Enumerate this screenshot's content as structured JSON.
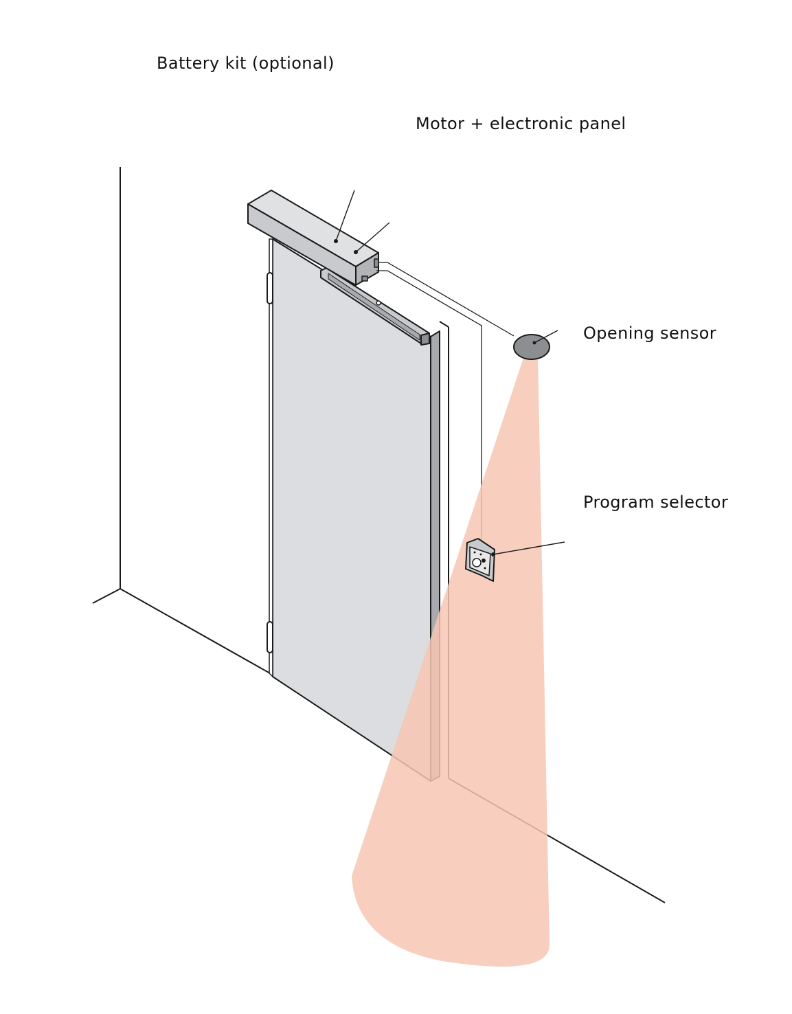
{
  "labels": {
    "battery_kit": "Battery kit (optional)",
    "motor_panel": "Motor + electronic panel",
    "opening_sensor": "Opening sensor",
    "program_selector": "Program selector"
  },
  "colors": {
    "line": "#1a1a1a",
    "door_face": "#dcdde0",
    "door_edge": "#a9aaad",
    "operator_body": "#c9cacd",
    "sensor_beam": "#f7c7b3",
    "sensor": "#8d8e91"
  }
}
